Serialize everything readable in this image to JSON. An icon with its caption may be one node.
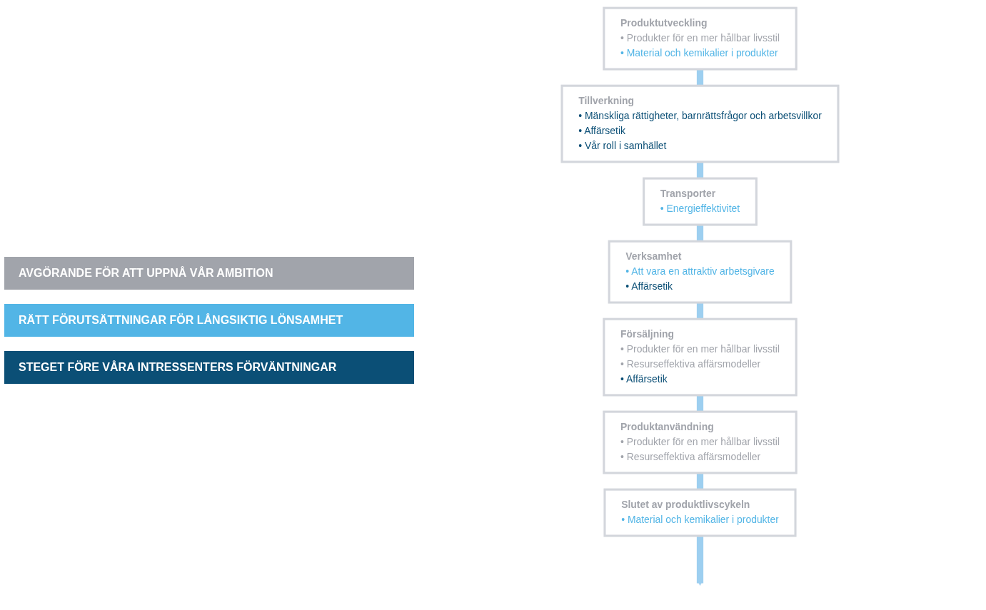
{
  "diagram": {
    "nodes": [
      {
        "text": [
          "Produktutveckling",
          "• Produkter för en mer hållbar livsstil",
          "• Material och kemikalier i produkter"
        ]
      },
      {
        "text": [
          "Tillverkning",
          "• Mänskliga rättigheter, barnrättsfrågor och arbetsvillkor",
          "• Affärsetik",
          "• Vår roll i samhället"
        ]
      },
      {
        "text": [
          "Transporter",
          "• Energieffektivitet"
        ]
      },
      {
        "text": [
          "Verksamhet",
          "• Att vara en attraktiv arbetsgivare",
          "• Affärsetik"
        ]
      },
      {
        "text": [
          "Försäljning",
          "• Produkter för en mer hållbar livsstil",
          "• Resurseffektiva affärsmodeller",
          "• Affärsetik"
        ]
      },
      {
        "text": [
          "Produktanvändning",
          "• Produkter för en mer hållbar livsstil",
          "• Resurseffektiva affärsmodeller"
        ]
      },
      {
        "text": [
          "Slutet av produktlivscykeln",
          "• Material och kemikalier i produkter"
        ]
      }
    ],
    "edges": [
      {
        "from": 0,
        "to": 1,
        "arrow": "none"
      },
      {
        "from": 1,
        "to": 2,
        "arrow": "none"
      },
      {
        "from": 2,
        "to": 3,
        "arrow": "none"
      },
      {
        "from": 3,
        "to": 4,
        "arrow": "none"
      },
      {
        "from": 4,
        "to": 5,
        "arrow": "none"
      },
      {
        "from": 5,
        "to": 6,
        "arrow": "none"
      },
      {
        "from": 6,
        "to": null,
        "arrow": "to"
      }
    ],
    "legend": [
      {
        "text": "AVGÖRANDE FÖR ATT UPPNÅ VÅR AMBITION",
        "color": "#a1a4ab"
      },
      {
        "text": "RÄTT FÖRUTSÄTTNINGAR FÖR LÅNGSIKTIG LÖNSAMHET",
        "color": "#52b5e6"
      },
      {
        "text": "STEGET FÖRE VÅRA INTRESSENTERS FÖRVÄNTNINGAR",
        "color": "#0b4f76"
      }
    ]
  }
}
